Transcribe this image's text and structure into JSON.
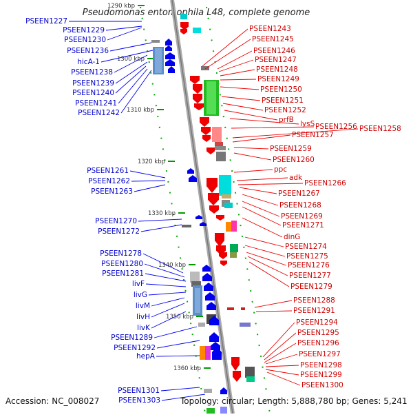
{
  "title": "Pseudomonas entomophila L48, complete genome",
  "footer": {
    "accession": "Accession: NC_008027",
    "topology": "Topology: circular; Length: 5,888,780 bp; Genes: 5,241"
  },
  "ticks": [
    {
      "label": "1290 kbp"
    },
    {
      "label": "1300 kbp"
    },
    {
      "label": "1310 kbp"
    },
    {
      "label": "1320 kbp"
    },
    {
      "label": "1330 kbp"
    },
    {
      "label": "1340 kbp"
    },
    {
      "label": "1350 kbp"
    },
    {
      "label": "1360 kbp"
    }
  ],
  "left_genes": [
    "PSEEN1227",
    "PSEEN1229",
    "PSEEN1230",
    "PSEEN1236",
    "hicA-1",
    "PSEEN1238",
    "PSEEN1239",
    "PSEEN1240",
    "PSEEN1241",
    "PSEEN1242",
    "PSEEN1261",
    "PSEEN1262",
    "PSEEN1263",
    "PSEEN1270",
    "PSEEN1272",
    "PSEEN1278",
    "PSEEN1280",
    "PSEEN1281",
    "livF",
    "livG",
    "livM",
    "livH",
    "livK",
    "PSEEN1289",
    "PSEEN1292",
    "hepA",
    "PSEEN1301",
    "PSEEN1303"
  ],
  "right_genes": [
    "PSEEN1243",
    "PSEEN1245",
    "PSEEN1246",
    "PSEEN1247",
    "PSEEN1248",
    "PSEEN1249",
    "PSEEN1250",
    "PSEEN1251",
    "PSEEN1252",
    "prfB",
    "lysS",
    "PSEEN1256",
    "PSEEN1258",
    "PSEEN1257",
    "PSEEN1259",
    "PSEEN1260",
    "ppc",
    "adk",
    "PSEEN1266",
    "PSEEN1267",
    "PSEEN1268",
    "PSEEN1269",
    "PSEEN1271",
    "dinG",
    "PSEEN1274",
    "PSEEN1275",
    "PSEEN1276",
    "PSEEN1277",
    "PSEEN1279",
    "PSEEN1288",
    "PSEEN1291",
    "PSEEN1294",
    "PSEEN1295",
    "PSEEN1296",
    "PSEEN1297",
    "PSEEN1298",
    "PSEEN1299",
    "PSEEN1300"
  ],
  "colors": {
    "forward": "#ee0000",
    "reverse": "#0000ee",
    "backbone": "#999999",
    "tick": "#009900"
  }
}
